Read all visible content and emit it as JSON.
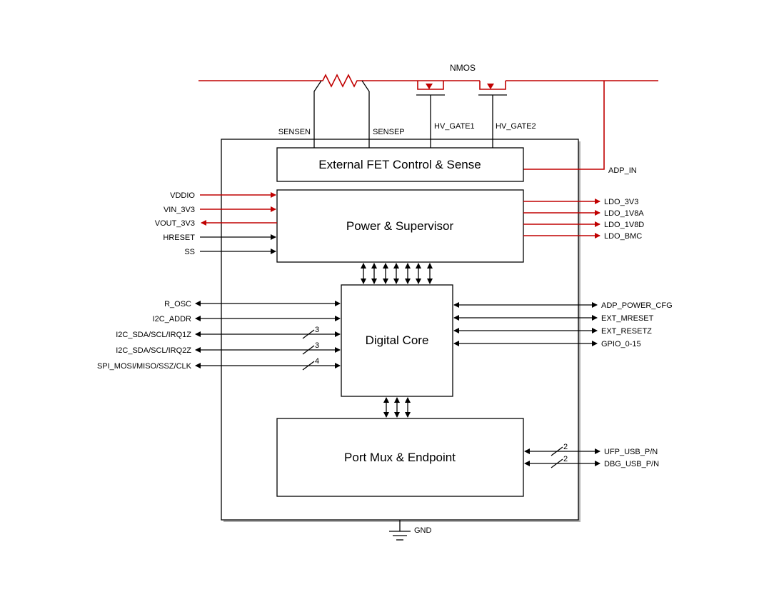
{
  "colors": {
    "power_line": "#c00000",
    "signal_line": "#000000",
    "background": "#ffffff"
  },
  "top": {
    "nmos_label": "NMOS",
    "sensen": "SENSEN",
    "sensep": "SENSEP",
    "hv_gate1": "HV_GATE1",
    "hv_gate2": "HV_GATE2",
    "adp_in": "ADP_IN"
  },
  "blocks": {
    "fet": "External FET Control & Sense",
    "power": "Power & Supervisor",
    "core": "Digital Core",
    "port": "Port Mux & Endpoint"
  },
  "power_left": [
    "VDDIO",
    "VIN_3V3",
    "VOUT_3V3",
    "HRESET",
    "SS"
  ],
  "power_right": [
    "LDO_3V3",
    "LDO_1V8A",
    "LDO_1V8D",
    "LDO_BMC"
  ],
  "core_left": [
    "R_OSC",
    "I2C_ADDR",
    "I2C_SDA/SCL/IRQ1Z",
    "I2C_SDA/SCL/IRQ2Z",
    "SPI_MOSI/MISO/SSZ/CLK"
  ],
  "core_left_bus": [
    "3",
    "3",
    "4"
  ],
  "core_right": [
    "ADP_POWER_CFG",
    "EXT_MRESET",
    "EXT_RESETZ",
    "GPIO_0-15"
  ],
  "port_right": [
    "UFP_USB_P/N",
    "DBG_USB_P/N"
  ],
  "port_right_bus": [
    "2",
    "2"
  ],
  "gnd": "GND"
}
